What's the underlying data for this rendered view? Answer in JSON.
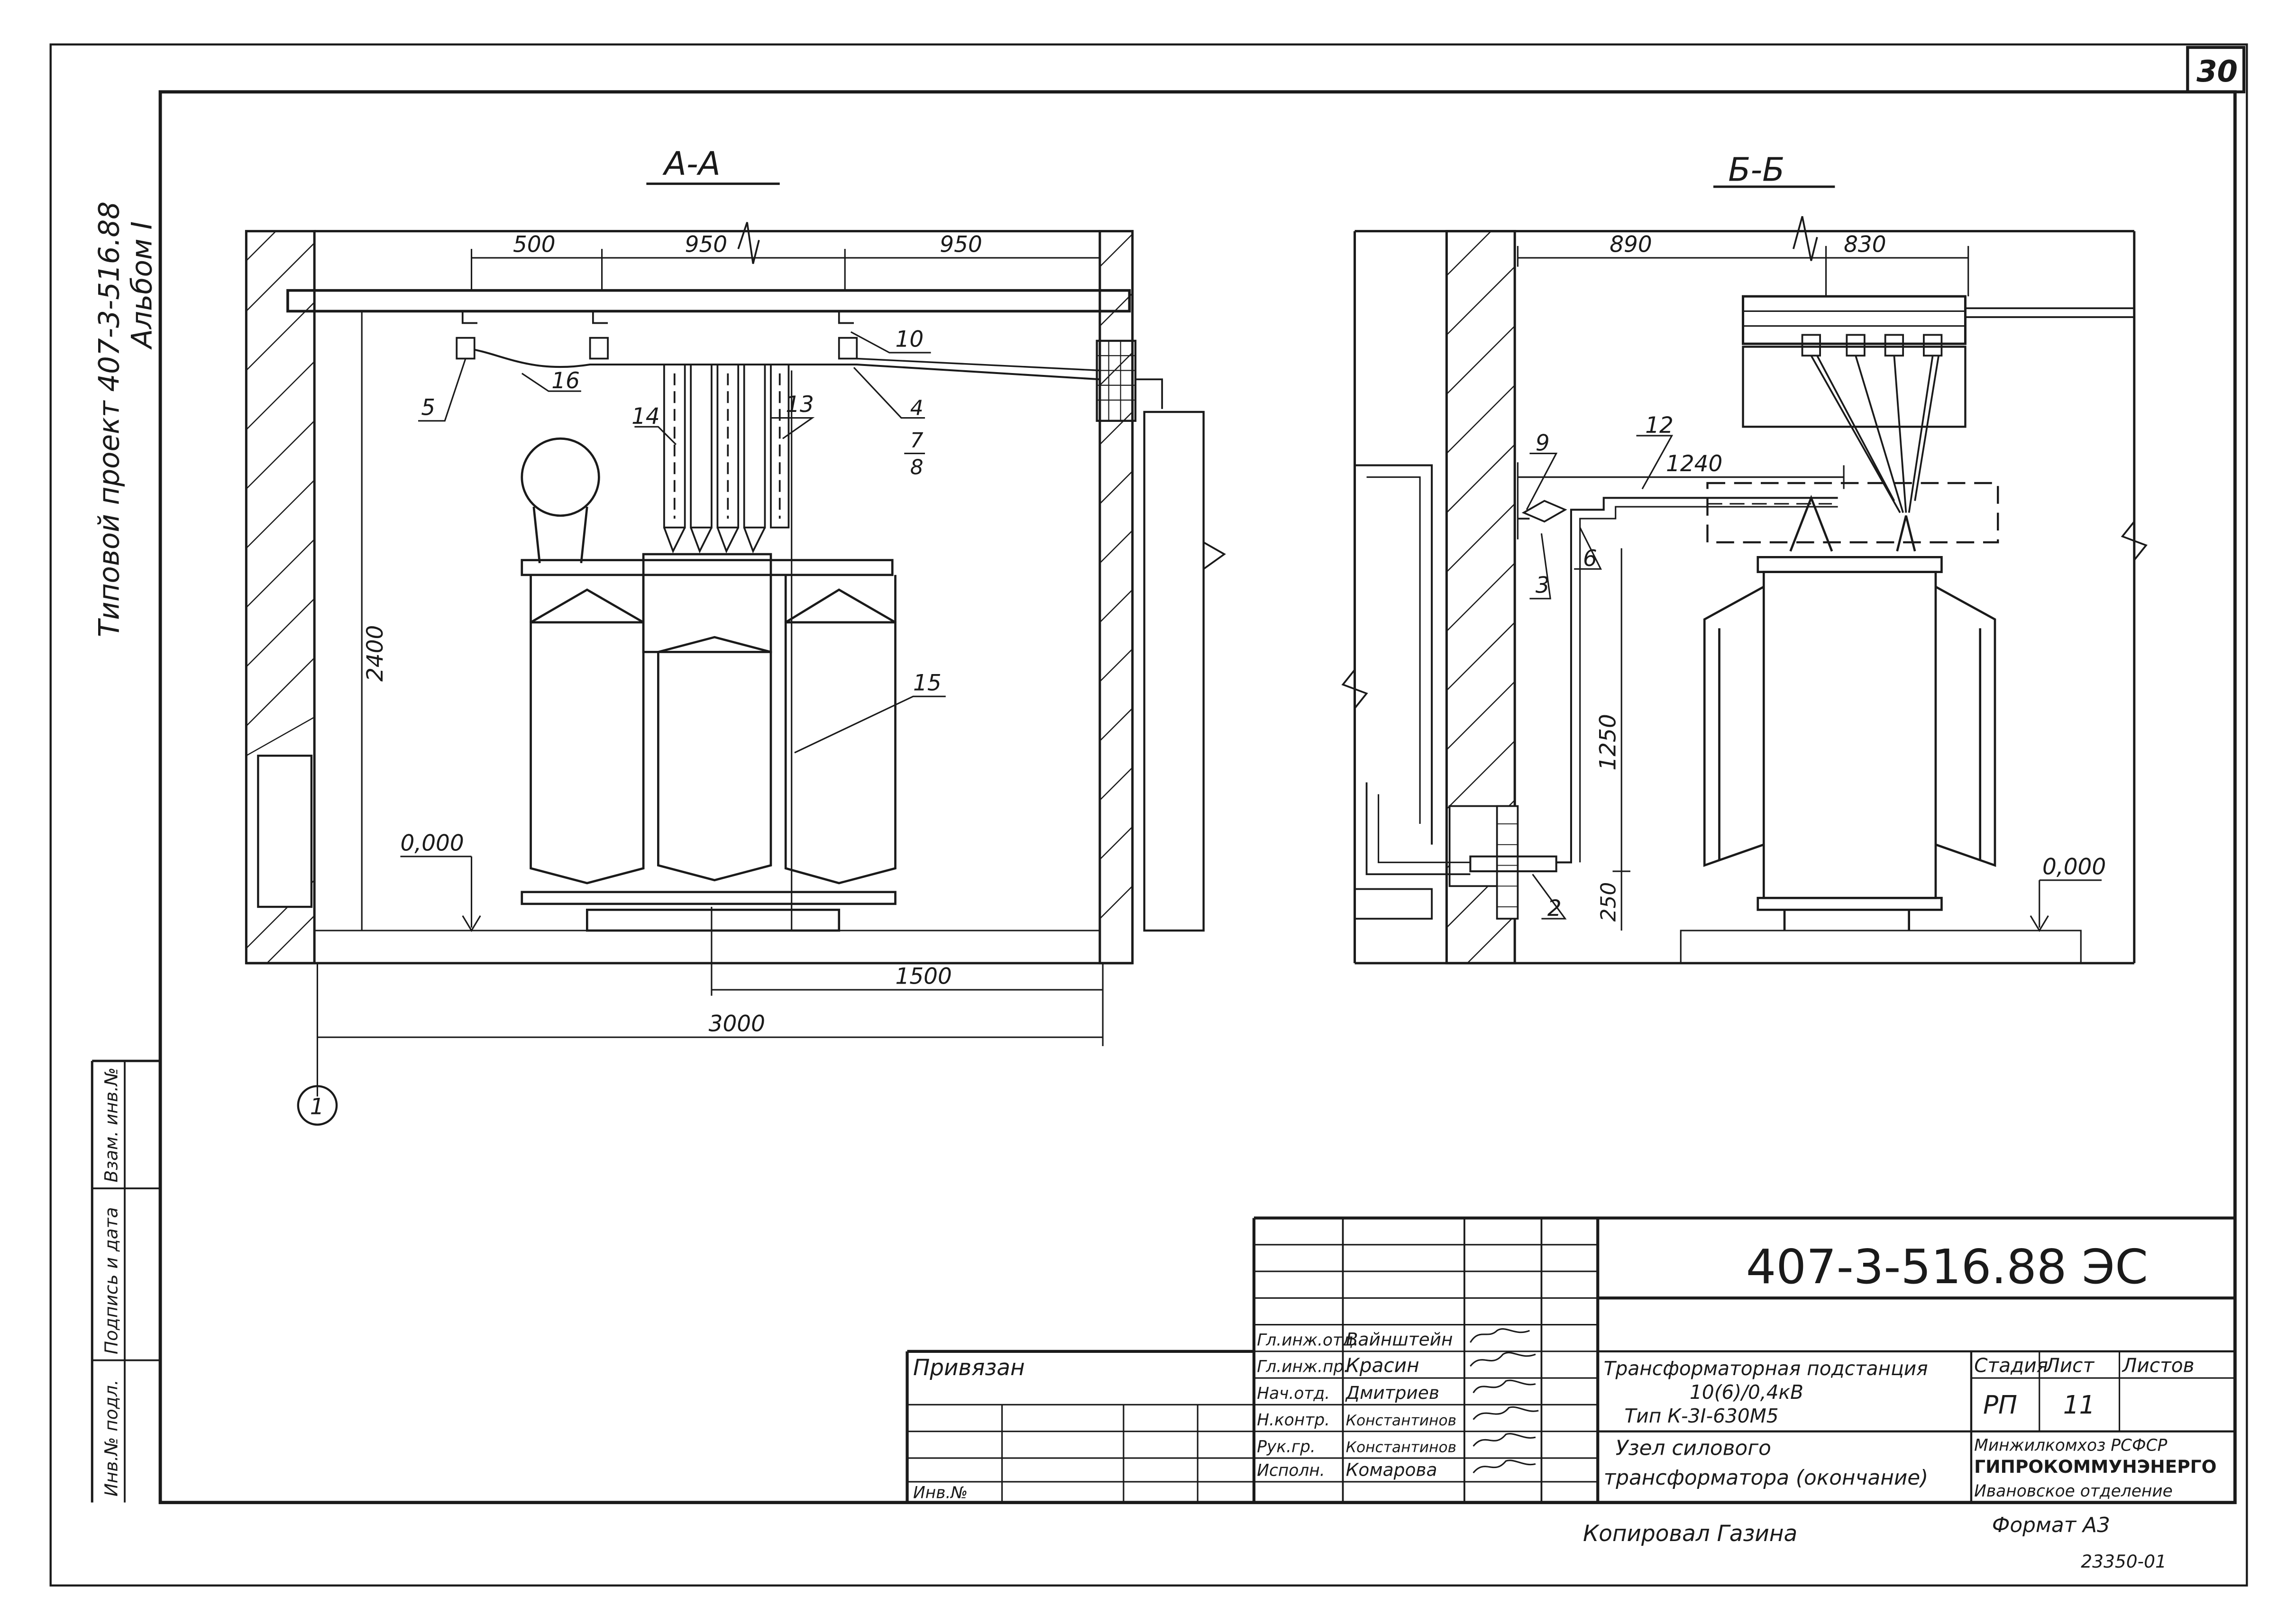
{
  "sheet_number": "30",
  "side_title": [
    "Типовой проект 407-3-516.88",
    "Альбом I"
  ],
  "stamp_labels": [
    "Инв.№ подл.",
    "Подпись и дата",
    "Взам. инв.№"
  ],
  "sections": {
    "aa": {
      "title": "А-А",
      "dims": [
        "500",
        "950",
        "950",
        "2400",
        "1500",
        "3000"
      ],
      "level": "0,000",
      "callouts": [
        "5",
        "16",
        "10",
        "14",
        "13",
        "4",
        "7",
        "8",
        "15"
      ],
      "axis_label": "1"
    },
    "bb": {
      "title": "Б-Б",
      "dims": [
        "890",
        "830",
        "1240",
        "1250",
        "250"
      ],
      "level": "0,000",
      "callouts": [
        "9",
        "12",
        "3",
        "6",
        "2"
      ]
    }
  },
  "title_block": {
    "code": "407-3-516.88 ЭС",
    "privyazan": "Привязан",
    "inv_no": "Инв.№",
    "roles": [
      "Гл.инж.отд.",
      "Гл.инж.пр.",
      "Нач.отд.",
      "Н.контр.",
      "Рук.гр.",
      "Исполн."
    ],
    "names": [
      "Вайнштейн",
      "Красин",
      "Дмитриев",
      "Константинов",
      "Константинов",
      "Комарова"
    ],
    "description": [
      "Трансформаторная подстанция",
      "10(6)/0,4кВ",
      "Тип К-3I-630М5",
      "Узел силового",
      "трансформатора (окончание)"
    ],
    "stage_header": "Стадия",
    "sheet_header": "Лист",
    "sheets_header": "Листов",
    "stage": "РП",
    "sheet": "11",
    "org": [
      "Минжилкомхоз РСФСР",
      "ГИПРОКОММУНЭНЕРГО",
      "Ивановское отделение"
    ]
  },
  "footer": {
    "copied": "Копировал Газина",
    "format": "Формат А3",
    "archive": "23350-01"
  }
}
